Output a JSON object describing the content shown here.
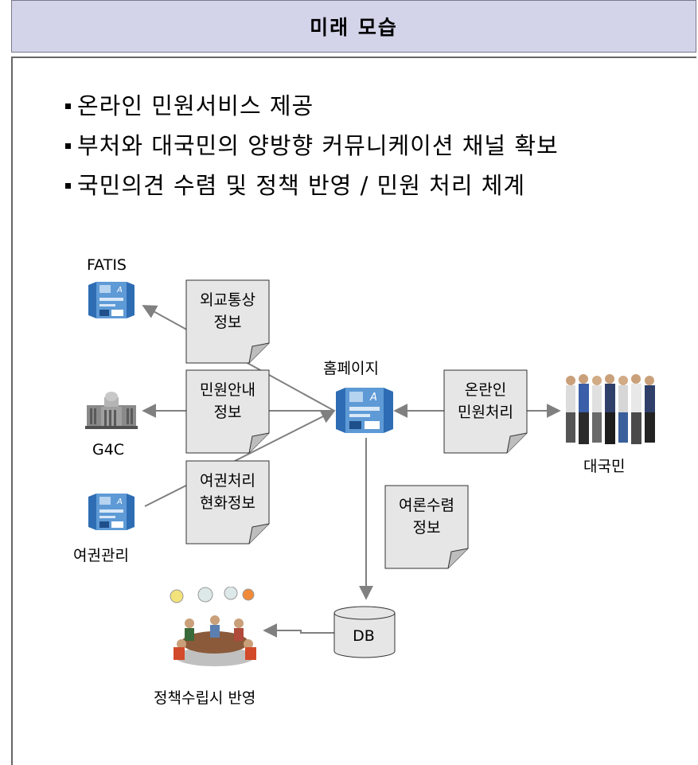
{
  "header": {
    "title": "미래 모습"
  },
  "bullets": [
    "온라인 민원서비스 제공",
    "부처와 대국민의 양방향 커뮤니케이션 채널 확보",
    "국민의견 수렴 및 정책 반영 / 민원 처리 체계"
  ],
  "nodes": {
    "fatis": "FATIS",
    "g4c": "G4C",
    "passport": "여권관리",
    "homepage": "홈페이지",
    "citizens": "대국민",
    "db": "DB",
    "policy": "정책수립시 반영"
  },
  "notes": {
    "diplomacy": [
      "외교통상",
      "정보"
    ],
    "civil_info": [
      "민원안내",
      "정보"
    ],
    "passport_status": [
      "여권처리",
      "현화정보"
    ],
    "online_civil": [
      "온란인",
      "민원처리"
    ],
    "opinion": [
      "여론수렴",
      "정보"
    ]
  },
  "colors": {
    "header_bg": "#d3d3ea",
    "arrow": "#808080",
    "note_bg": "#e6e6e6",
    "icon_blue": "#3f7fc6"
  }
}
